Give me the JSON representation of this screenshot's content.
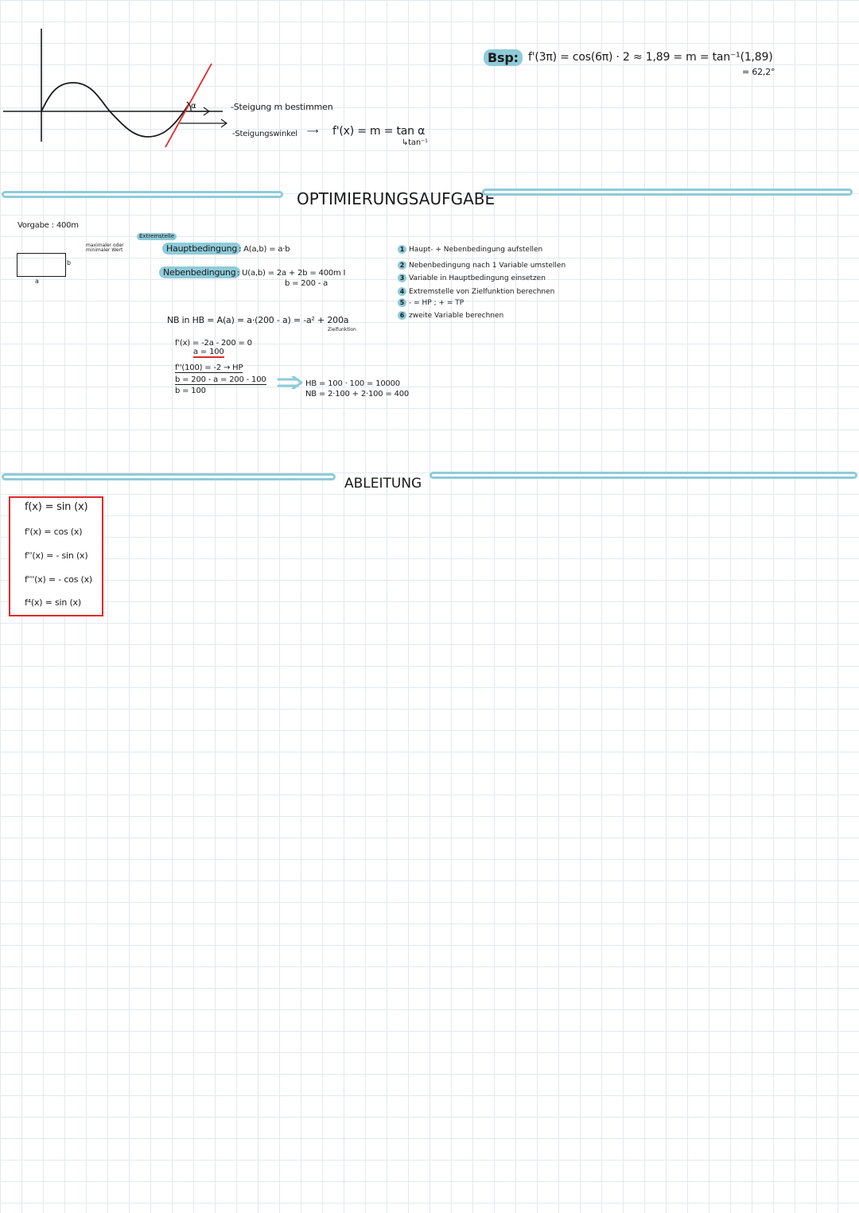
{
  "tangent_section": {
    "steigung_label": "-Steigung m bestimmen",
    "winkel_label": "-Steigungswinkel",
    "formula": "f'(x) = m = tan α",
    "tan_inverse_hint": "↳tan⁻¹",
    "alpha_symbol": "α",
    "example": {
      "badge": "Bsp:",
      "expression": "f'(3π) = cos(6π) · 2 ≈ 1,89 = m = tan⁻¹(1,89)",
      "result": "= 62,2°"
    }
  },
  "optimization": {
    "title": "OPTIMIERUNGSAUFGABE",
    "vorgabe": "Vorgabe : 400m",
    "rect_side_a": "a",
    "rect_side_b": "b",
    "note_extremum": "maximaler oder minimaler Wert",
    "note_extremstelle": "Extremstelle",
    "hauptbedingung_label": "Hauptbedingung",
    "hauptbedingung": ": A(a,b) = a·b",
    "nebenbedingung_label": "Nebenbedingung",
    "nebenbedingung_1": ": U(a,b) = 2a + 2b = 400m  I",
    "nebenbedingung_2": "b = 200 - a",
    "nb_in_hb": "NB in HB = A(a) = a·(200 - a) = -a² + 200a",
    "zielfunktion_label": "Zielfunktion",
    "first_derivative": "f'(x) = -2a - 200 = 0",
    "a_value": "a = 100",
    "second_derivative": "f''(100) = -2 → HP",
    "b_calc": "b = 200 - a = 200 - 100",
    "b_value": "b = 100",
    "result_hb": "HB = 100 · 100 = 10000",
    "result_nb": "NB = 2·100 + 2·100 = 400",
    "steps": [
      {
        "num": "1",
        "text": "Haupt- + Nebenbedingung aufstellen"
      },
      {
        "num": "2",
        "text": "Nebenbedingung nach 1 Variable umstellen"
      },
      {
        "num": "3",
        "text": "Variable in Hauptbedingung einsetzen"
      },
      {
        "num": "4",
        "text": "Extremstelle von Zielfunktion berechnen"
      },
      {
        "num": "5",
        "text": "- = HP ; + = TP"
      },
      {
        "num": "6",
        "text": "zweite Variable berechnen"
      }
    ]
  },
  "ableitung": {
    "title": "ABLEITUNG",
    "items": [
      "f(x) = sin (x)",
      "f'(x) = cos (x)",
      "f''(x) = - sin (x)",
      "f'''(x) = - cos (x)",
      "f⁴(x) = sin (x)"
    ]
  },
  "colors": {
    "accent": "#8ecbd9",
    "tangent_line": "#e02a2a",
    "box_border": "#e02a2a",
    "ink": "#1a1a1a",
    "grid": "#e3e9ee"
  }
}
